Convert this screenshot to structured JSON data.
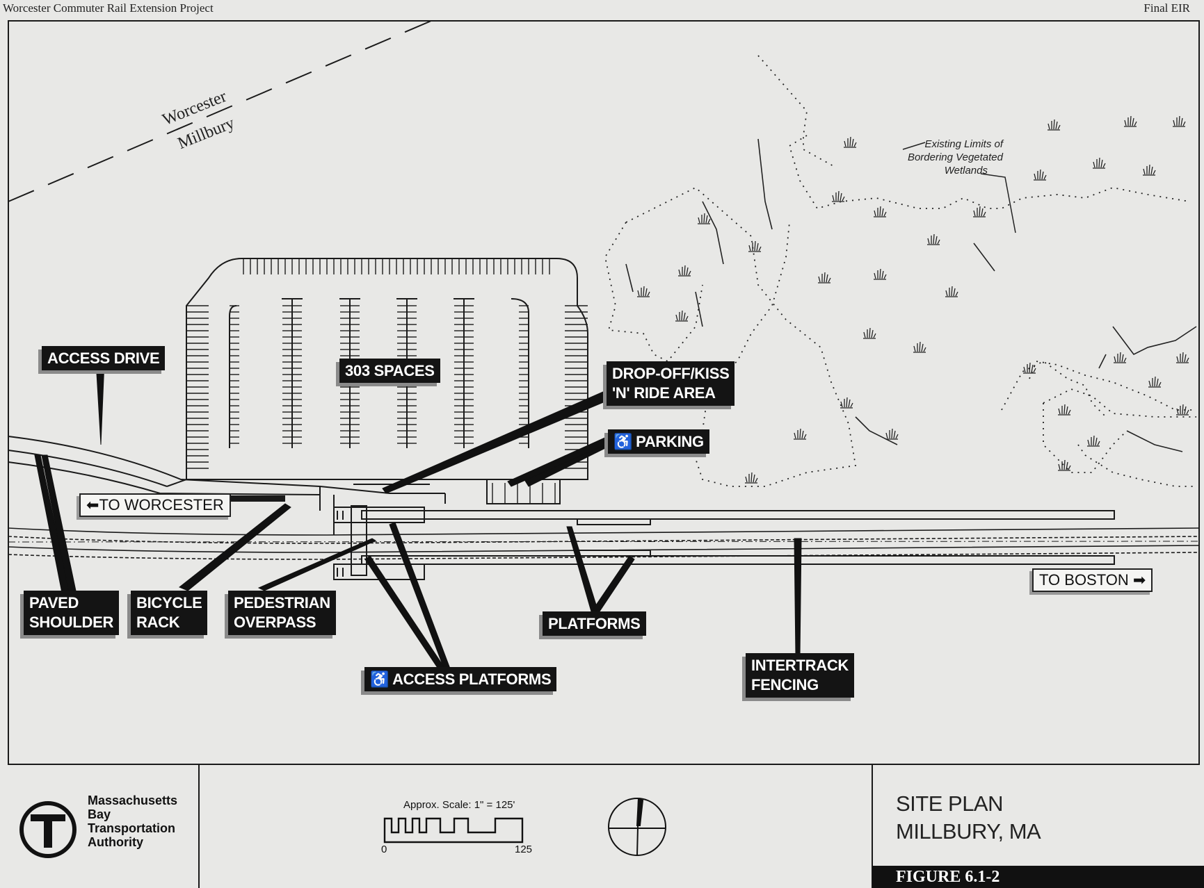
{
  "header": {
    "project": "Worcester Commuter Rail Extension Project",
    "document": "Final EIR"
  },
  "map": {
    "town_line": {
      "north": "Worcester",
      "south": "Millbury"
    },
    "wetlands_note": [
      "Existing Limits of",
      "Bordering Vegetated",
      "Wetlands"
    ],
    "labels": {
      "access_drive": "ACCESS DRIVE",
      "spaces": "303 SPACES",
      "dropoff": [
        "DROP-OFF/KISS",
        "'N' RIDE AREA"
      ],
      "parking": "PARKING",
      "to_worcester": "TO WORCESTER",
      "to_boston": "TO BOSTON",
      "paved_shoulder": [
        "PAVED",
        "SHOULDER"
      ],
      "bicycle_rack": [
        "BICYCLE",
        "RACK"
      ],
      "pedestrian_overpass": [
        "PEDESTRIAN",
        "OVERPASS"
      ],
      "platforms": "PLATFORMS",
      "access_platforms": "ACCESS PLATFORMS",
      "intertrack_fencing": [
        "INTERTRACK",
        "FENCING"
      ]
    },
    "icons": {
      "accessible": "wheelchair-icon",
      "arrow_left": "arrow-left-icon",
      "arrow_right": "arrow-right-icon",
      "wetland": "wetland-symbol-icon"
    }
  },
  "footer": {
    "agency": [
      "Massachusetts",
      "Bay",
      "Transportation",
      "Authority"
    ],
    "scale": {
      "label": "Approx. Scale: 1\" = 125'",
      "min": "0",
      "max": "125"
    },
    "title": [
      "SITE PLAN",
      "MILLBURY, MA"
    ],
    "figure": "FIGURE 6.1-2"
  },
  "colors": {
    "background": "#e8e8e6",
    "label_fill": "#141414",
    "label_text": "#ffffff",
    "line": "#1a1a1a"
  }
}
